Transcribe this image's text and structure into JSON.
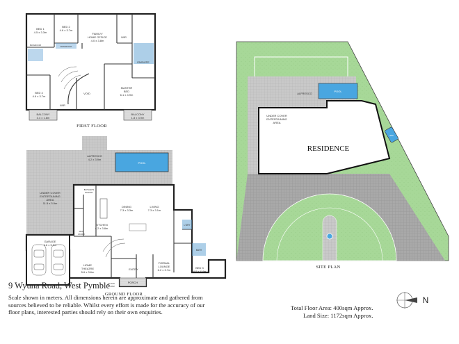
{
  "first_floor": {
    "caption": "FIRST FLOOR",
    "rooms": {
      "bed1": {
        "name": "BED 1",
        "dim": "4.5 x 3.3m"
      },
      "bed2": {
        "name": "BED 2",
        "dim": "4.6 x 3.7m"
      },
      "family": {
        "name": "FAMILY/",
        "name2": "HOME OFFICE",
        "dim": "4.0 x 3.8m"
      },
      "wir_top": {
        "name": "WIR"
      },
      "ensuite": {
        "name": "ENSUITE"
      },
      "master": {
        "name": "MASTER",
        "name2": "BED",
        "dim": "6.1 x 4.9m"
      },
      "bed4": {
        "name": "BED 4",
        "dim": "4.6 x 3.7m"
      },
      "void": {
        "name": "VOID"
      },
      "wir_mid": {
        "name": "WIR"
      },
      "bath_a": {
        "name": "BATHROOM"
      },
      "bath_b": {
        "name": "BATHROOM"
      },
      "balcony_l": {
        "name": "BALCONY",
        "dim": "3.4 x 1.8m"
      },
      "balcony_r": {
        "name": "BALCONY",
        "dim": "1.8 x 3.9m"
      }
    }
  },
  "ground_floor": {
    "caption": "GROUND FLOOR",
    "rooms": {
      "alfresco": {
        "name": "ALFRESCO",
        "dim": "4.2 x 3.9m"
      },
      "pool": {
        "name": "POOL"
      },
      "entertain": {
        "name": "UNDER COVER",
        "name2": "ENTERTAINING",
        "name3": "AREA",
        "dim": "11.5 x 3.9m"
      },
      "butler": {
        "name": "BUTLER'S",
        "name2": "PANTRY"
      },
      "dining": {
        "name": "DINING",
        "dim": "7.3 x 3.3m"
      },
      "living": {
        "name": "LIVING",
        "dim": "7.3 x 3.1m"
      },
      "kitchen": {
        "name": "KITCHEN",
        "dim": "4.2 x 3.8m"
      },
      "mudroom": {
        "name": "MUD",
        "name2": "ROOM"
      },
      "laundry": {
        "name": "L'DRY"
      },
      "garage": {
        "name": "GARAGE",
        "dim": "6.6 x 5.9m"
      },
      "theatre": {
        "name": "HOME",
        "name2": "THEATRE",
        "dim": "5.6 x 3.6m"
      },
      "entry": {
        "name": "ENTRY"
      },
      "formal": {
        "name": "FORMAL",
        "name2": "LOUNGE",
        "dim": "6.2 x 3.7m"
      },
      "bath": {
        "name": "BATH"
      },
      "bed3": {
        "name": "BED 3",
        "dim": "4.0 x 4.4m"
      },
      "cloak": {
        "name": "CLOAK",
        "name2": "ROOM"
      },
      "porch": {
        "name": "PORCH"
      }
    }
  },
  "site_plan": {
    "caption": "SITE PLAN",
    "residence": "RESIDENCE",
    "alfresco": "ALFRESCO",
    "pool": "POOL",
    "entertain": "UNDER COVER",
    "entertain2": "ENTERTAINING",
    "entertain3": "AREA",
    "tank": "SPA"
  },
  "footer": {
    "address": "9 Wyuna Road, West Pymble",
    "disclaimer_1": "Scale shown in meters. All dimensions herein are approximate and gathered from",
    "disclaimer_2": "sources believed to be reliable. Whilst every effort is made for the accuracy of our",
    "disclaimer_3": "floor plans, interested parties should rely on their own enquiries.",
    "total_floor_area": "Total Floor Area: 400sqm Approx.",
    "land_size": "Land Size: 1172sqm Approx."
  },
  "compass": {
    "label": "N"
  },
  "colors": {
    "grass": "#a7d898",
    "paving": "#bdbdbd",
    "pool": "#49a6e0",
    "wet_area": "#6aa7d6",
    "deck": "#d6d6d6"
  }
}
